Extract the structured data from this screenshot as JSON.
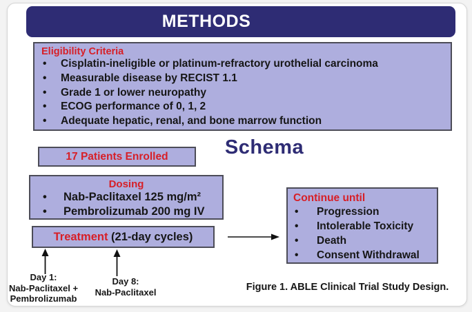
{
  "colors": {
    "navy": "#2e2c74",
    "lavender": "#aeaede",
    "red": "#d71f27",
    "border": "#4c4c57",
    "text": "#161616"
  },
  "header": {
    "title": "METHODS"
  },
  "eligibility": {
    "title": "Eligibility Criteria",
    "items": [
      "Cisplatin-ineligible or platinum-refractory urothelial carcinoma",
      "Measurable disease by RECIST 1.1",
      "Grade 1 or lower neuropathy",
      "ECOG performance of 0, 1, 2",
      "Adequate hepatic, renal, and bone marrow function"
    ]
  },
  "schema_label": "Schema",
  "enrolled_label": "17 Patients Enrolled",
  "dosing": {
    "title": "Dosing",
    "items": [
      "Nab-Paclitaxel 125 mg/m²",
      "Pembrolizumab 200 mg IV"
    ]
  },
  "treatment": {
    "highlight": "Treatment",
    "rest": " (21-day cycles)"
  },
  "continue_box": {
    "title": "Continue until",
    "items": [
      "Progression",
      "Intolerable Toxicity",
      "Death",
      "Consent Withdrawal"
    ]
  },
  "day1": {
    "lines": [
      "Day 1:",
      "Nab-Paclitaxel +",
      "Pembrolizumab"
    ]
  },
  "day8": {
    "lines": [
      "Day 8:",
      "Nab-Paclitaxel"
    ]
  },
  "figure_caption": "Figure 1. ABLE Clinical Trial Study Design."
}
